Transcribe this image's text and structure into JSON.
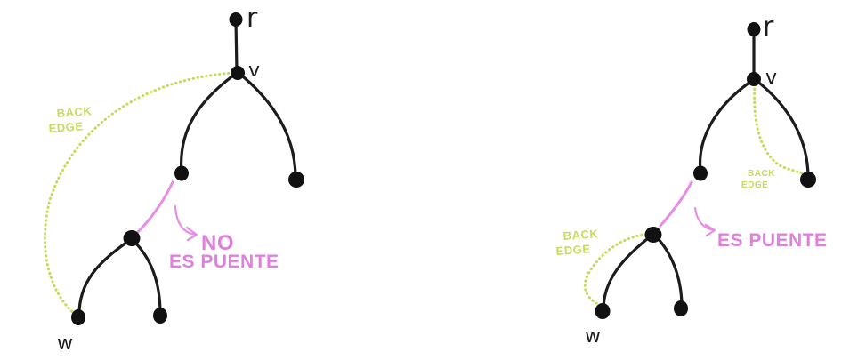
{
  "left": {
    "labels": {
      "r": "r",
      "v": "v",
      "w": "w"
    },
    "back_edge": [
      "BACK",
      "EDGE"
    ],
    "verdict": [
      "NO",
      "ES PUENTE"
    ]
  },
  "right": {
    "labels": {
      "r": "r",
      "v": "v",
      "w": "w"
    },
    "back_edge_top": [
      "BACK",
      "EDGE"
    ],
    "back_edge_bottom": [
      "BACK",
      "EDGE"
    ],
    "verdict": "ES PUENTE"
  },
  "colors": {
    "tree": "#1c1c1c",
    "bridge": "#e58ee3",
    "back_edge": "#c4dc5a"
  }
}
